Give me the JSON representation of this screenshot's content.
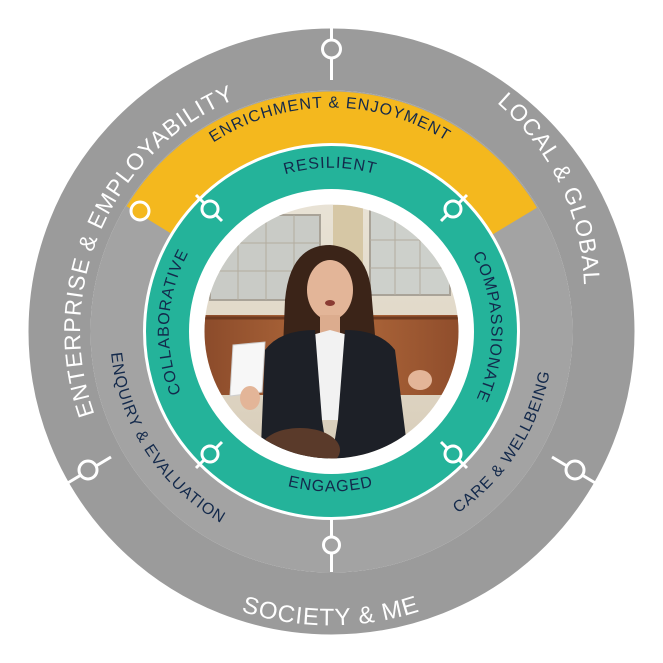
{
  "colors": {
    "outer_ring": "#9b9b9b",
    "mid_ring": "#a3a3a3",
    "highlight": "#f4b81e",
    "inner_ring": "#24b39a",
    "divider": "#ffffff",
    "outer_text": "#ffffff",
    "inner_text": "#13294b"
  },
  "outer_ring": {
    "top_left": "ENTERPRISE & EMPLOYABILITY",
    "top_right": "LOCAL & GLOBAL",
    "bottom": "SOCIETY & ME"
  },
  "middle_ring": {
    "top": "ENRICHMENT & ENJOYMENT",
    "left": "ENQUIRY & EVALUATION",
    "right": "CARE & WELLBEING"
  },
  "inner_ring": {
    "top": "RESILIENT",
    "right": "COMPASSIONATE",
    "bottom": "ENGAGED",
    "left": "COLLABORATIVE"
  },
  "center_image": {
    "subject": "photo-student-speaking"
  }
}
